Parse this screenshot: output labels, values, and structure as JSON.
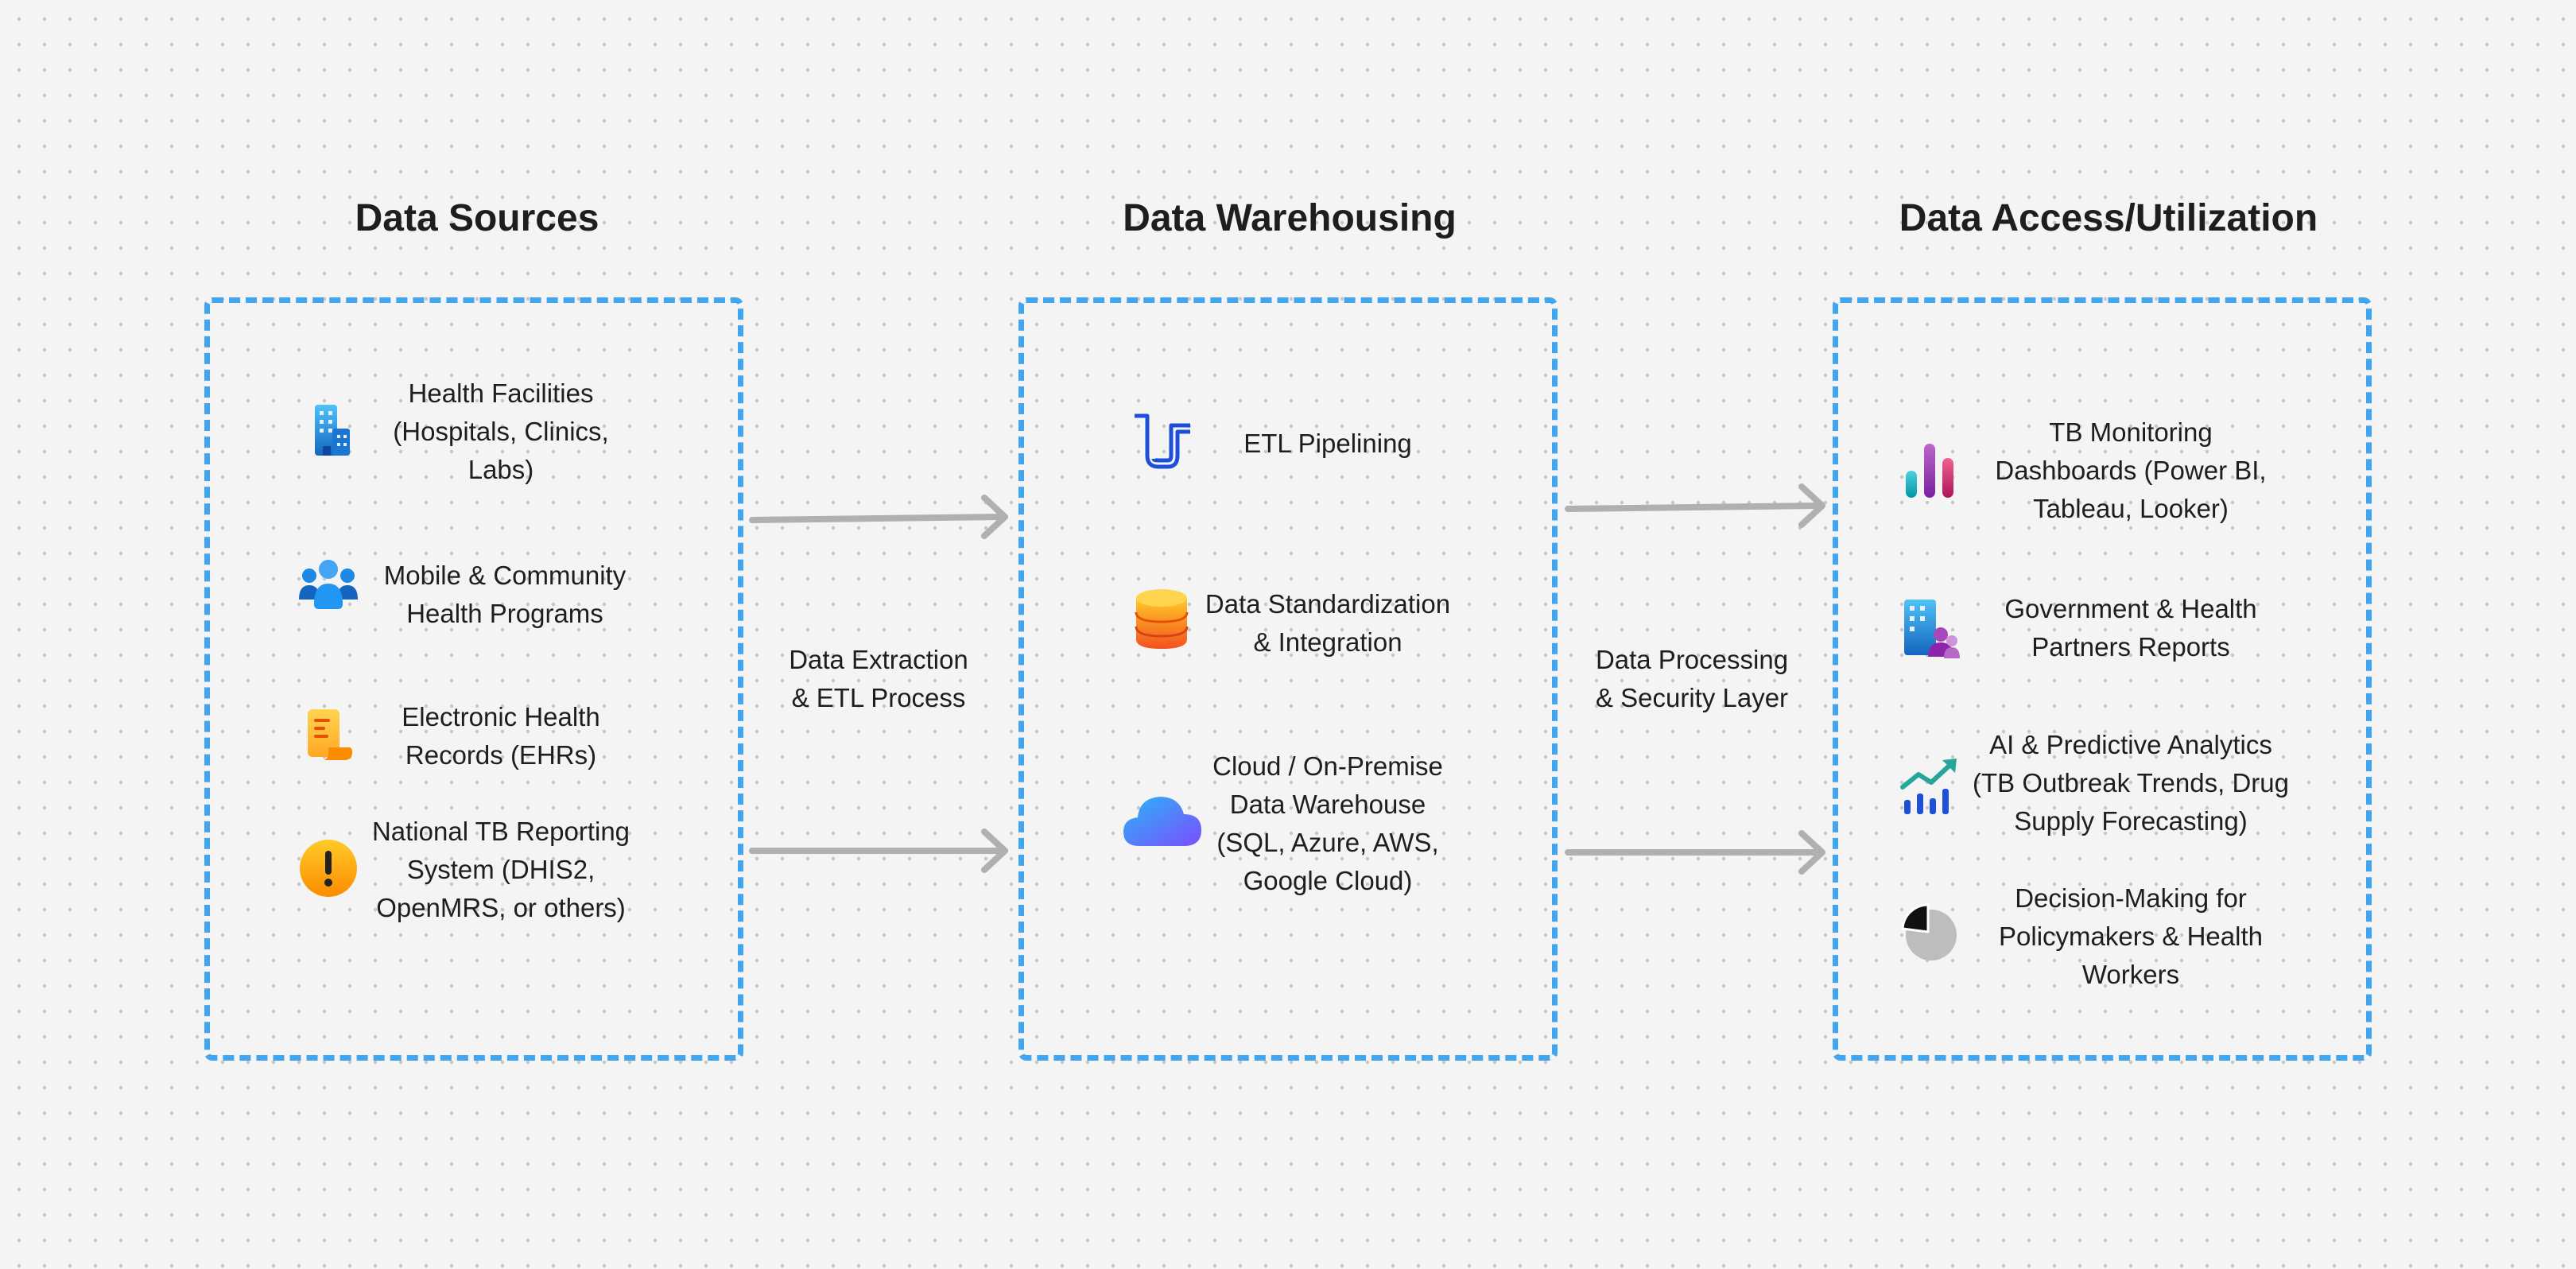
{
  "columns": [
    {
      "heading": "Data Sources",
      "items": [
        {
          "lines": [
            "Health Facilities",
            "(Hospitals, Clinics,",
            "Labs)"
          ],
          "icon": "building-icon"
        },
        {
          "lines": [
            "Mobile & Community",
            "Health Programs"
          ],
          "icon": "people-group-icon"
        },
        {
          "lines": [
            "Electronic Health",
            "Records (EHRs)"
          ],
          "icon": "document-scroll-icon"
        },
        {
          "lines": [
            "National TB Reporting",
            "System (DHIS2,",
            "OpenMRS, or others)"
          ],
          "icon": "exclamation-icon"
        }
      ]
    },
    {
      "heading": "Data Warehousing",
      "items": [
        {
          "lines": [
            "ETL Pipelining"
          ],
          "icon": "pipe-icon"
        },
        {
          "lines": [
            "Data Standardization",
            "& Integration"
          ],
          "icon": "database-icon"
        },
        {
          "lines": [
            "Cloud / On-Premise",
            "Data Warehouse",
            "(SQL, Azure, AWS,",
            "Google Cloud)"
          ],
          "icon": "cloud-icon"
        }
      ]
    },
    {
      "heading": "Data Access/Utilization",
      "items": [
        {
          "lines": [
            "TB Monitoring",
            "Dashboards (Power BI,",
            "Tableau, Looker)"
          ],
          "icon": "bar-chart-icon"
        },
        {
          "lines": [
            "Government & Health",
            "Partners Reports"
          ],
          "icon": "building-people-icon"
        },
        {
          "lines": [
            "AI & Predictive Analytics",
            "(TB Outbreak Trends, Drug",
            "Supply Forecasting)"
          ],
          "icon": "trending-chart-icon"
        },
        {
          "lines": [
            "Decision-Making for",
            "Policymakers & Health",
            "Workers"
          ],
          "icon": "pie-chart-icon"
        }
      ]
    }
  ],
  "connectors": [
    {
      "lines": [
        "Data Extraction",
        "& ETL Process"
      ]
    },
    {
      "lines": [
        "Data Processing",
        "& Security Layer"
      ]
    }
  ],
  "colors": {
    "panel_border": "#42a5f0",
    "arrow": "#b0b0b0",
    "heading": "#1e1e1e"
  }
}
